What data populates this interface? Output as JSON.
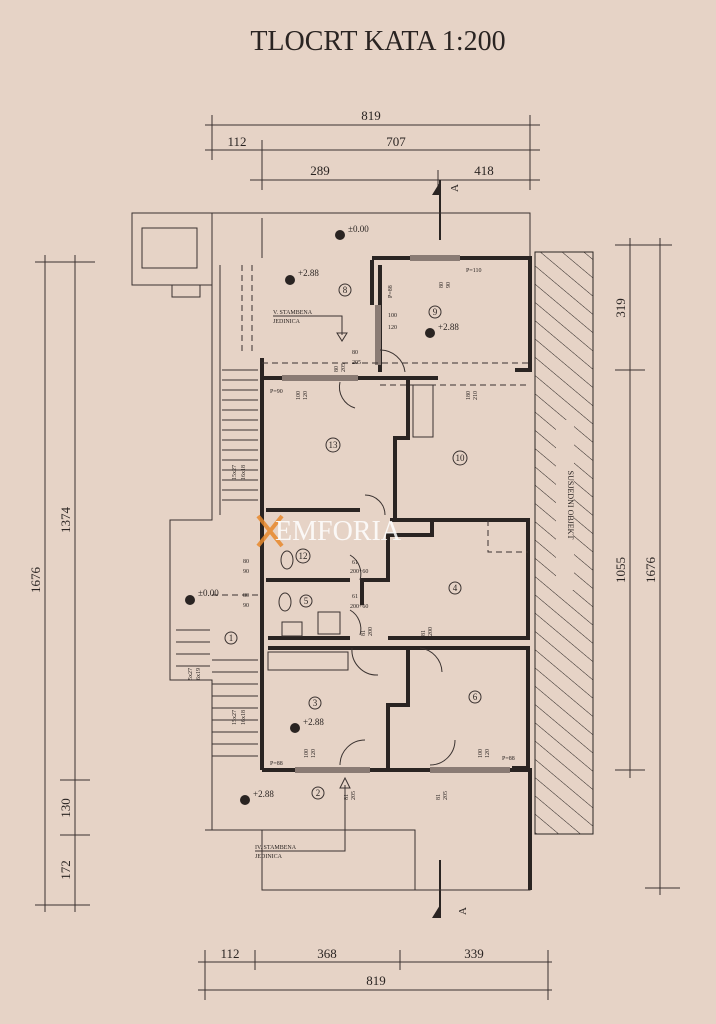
{
  "title": "TLOCRT KATA  1:200",
  "section_marker": "A",
  "dimensions": {
    "top": [
      "819",
      "112",
      "707",
      "289",
      "418"
    ],
    "bottom": [
      "112",
      "368",
      "339",
      "819"
    ],
    "left": [
      "1676",
      "1374",
      "130",
      "172"
    ],
    "right": [
      "319",
      "1055",
      "1676"
    ]
  },
  "rooms": [
    "8",
    "9",
    "13",
    "10",
    "12",
    "4",
    "5",
    "1",
    "3",
    "6",
    "2"
  ],
  "levels": [
    "±0.00",
    "+2.88",
    "+2.88",
    "±0.00",
    "+2.88",
    "+2.88"
  ],
  "units": {
    "upper_line1": "V. STAMBENA",
    "upper_line2": "JEDINICA",
    "lower_line1": "IV. STAMBENA",
    "lower_line2": "JEDINICA"
  },
  "openings": [
    "80",
    "90",
    "100",
    "120",
    "80",
    "205",
    "80",
    "205",
    "100",
    "120",
    "180",
    "210",
    "61",
    "200+60",
    "61",
    "200+60",
    "80",
    "90",
    "80",
    "90",
    "81",
    "200",
    "81",
    "200",
    "100",
    "120",
    "100",
    "120",
    "81",
    "205",
    "81",
    "205"
  ],
  "parapets": [
    "P=110",
    "P=88",
    "P=90",
    "P=88",
    "P=88"
  ],
  "stairs": [
    "15x27",
    "16x18",
    "5x27",
    "6x19",
    "15x27",
    "16x18"
  ],
  "neighbor_label": "SUSJEDNI OBJEKT",
  "watermark": "EMFORIA",
  "colors": {
    "paper": "#e6d3c6",
    "ink": "#2a2422",
    "watermark": "#ffffff",
    "watermark_accent": "#e8892c"
  }
}
